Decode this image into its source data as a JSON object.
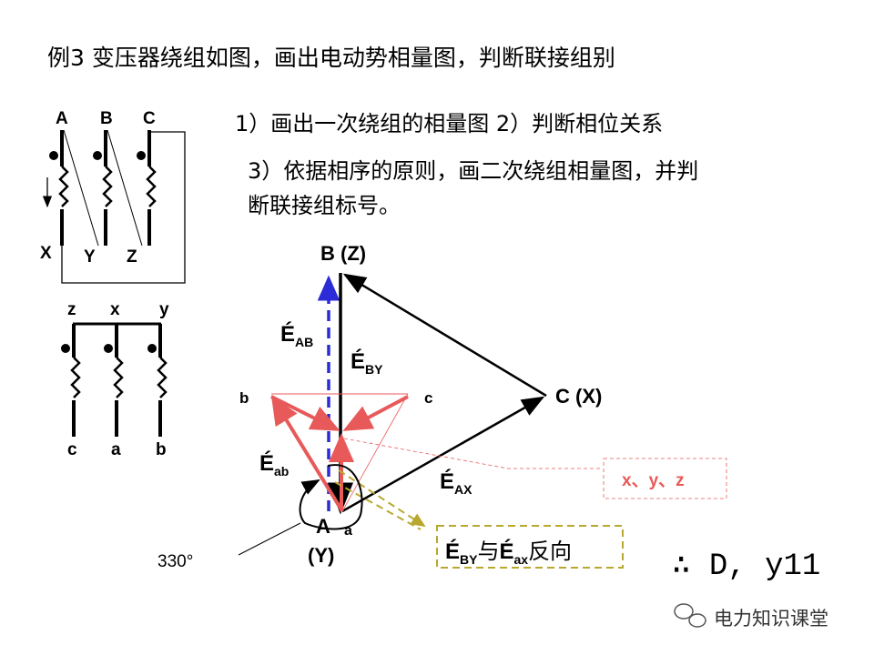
{
  "title": "例3 变压器绕组如图，画出电动势相量图，判断联接组别",
  "steps": {
    "s1": "1）画出一次绕组的相量图  2）判断相位关系",
    "s3a": "3）依据相序的原则，画二次绕组相量图，并判",
    "s3b": "断联接组标号。"
  },
  "primary": {
    "A": "A",
    "B": "B",
    "C": "C",
    "X": "X",
    "Y": "Y",
    "Z": "Z"
  },
  "secondary": {
    "z": "z",
    "x": "x",
    "y": "y",
    "c": "c",
    "a": "a",
    "b": "b"
  },
  "phasor": {
    "BZ": "B (Z)",
    "CX": "C (X)",
    "A": "A",
    "a": "a",
    "Y": "(Y)",
    "b": "b",
    "c": "c",
    "E": "É",
    "AB": "AB",
    "BY": "BY",
    "ab": "ab",
    "AX": "AX",
    "ax": "ax",
    "xyz": "x、y、z",
    "yu": "与",
    "fanxiang": "反向",
    "angle": "330°"
  },
  "result": "∴ D, y11",
  "watermark": "电力知识课堂"
}
